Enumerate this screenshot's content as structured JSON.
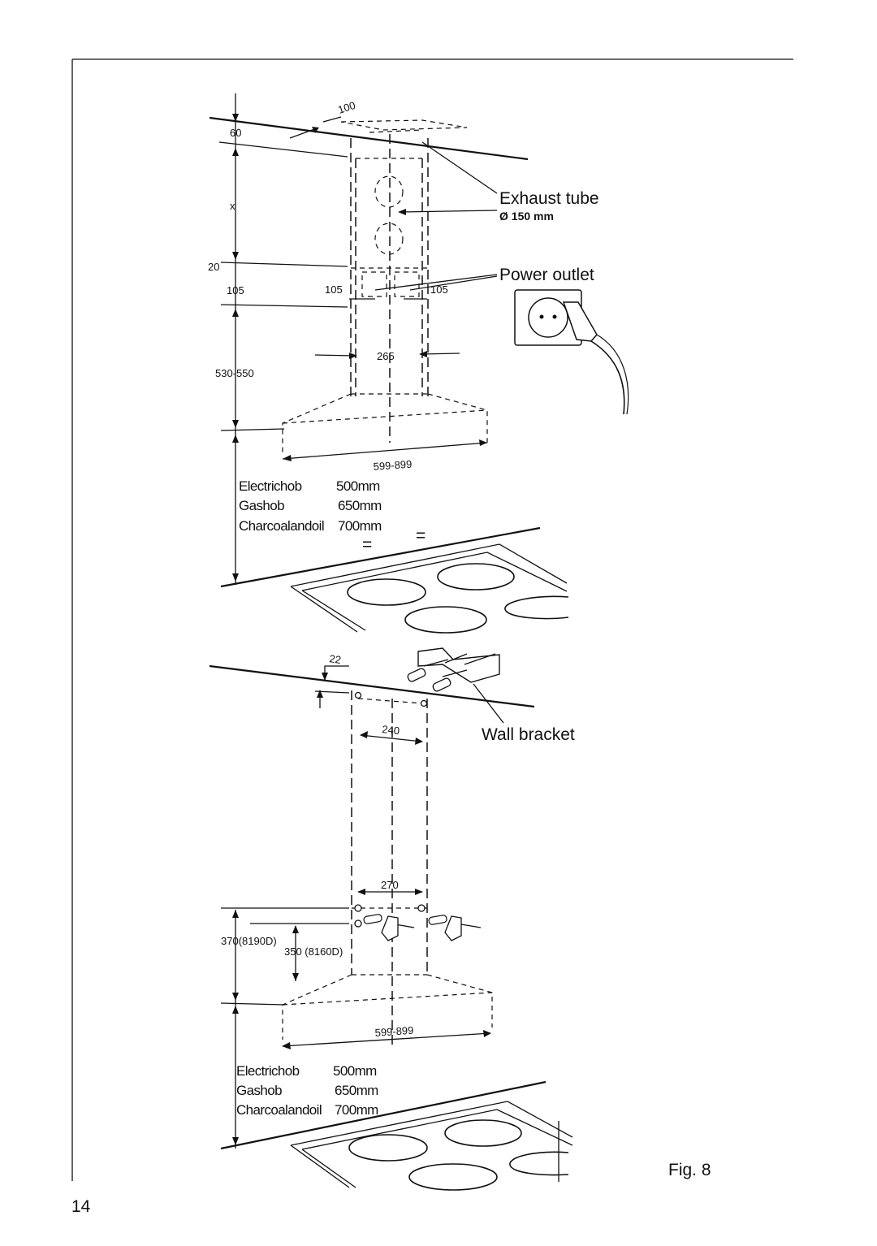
{
  "page_number": "14",
  "figure_label": "Fig. 8",
  "top_diagram": {
    "dimensions": {
      "d100": "100",
      "d60": "60",
      "x": "x",
      "d20": "20",
      "d105_left": "105",
      "d105_mid": "105",
      "d105_right": "105",
      "d265": "265",
      "d530_550": "530-550",
      "d599_899": "599-899"
    },
    "exhaust_tube_label": "Exhaust  tube",
    "exhaust_diameter": "Ø 150 mm",
    "power_outlet_label": "Power  outlet",
    "table": [
      {
        "name": "Electrichob",
        "value": "500mm"
      },
      {
        "name": "Gashob",
        "value": "650mm"
      },
      {
        "name": "Charcoalandoil",
        "value": "700mm"
      }
    ],
    "equal_left": "=",
    "equal_right": "="
  },
  "bottom_diagram": {
    "dimensions": {
      "d22": "22",
      "d240": "240",
      "d270": "270",
      "d370": "370(8190D)",
      "d350": "350 (8160D)",
      "d599_899": "599-899"
    },
    "wall_bracket_label": "Wall bracket",
    "table": [
      {
        "name": "Electrichob",
        "value": "500mm"
      },
      {
        "name": "Gashob",
        "value": "650mm"
      },
      {
        "name": "Charcoalandoil",
        "value": "700mm"
      }
    ]
  }
}
